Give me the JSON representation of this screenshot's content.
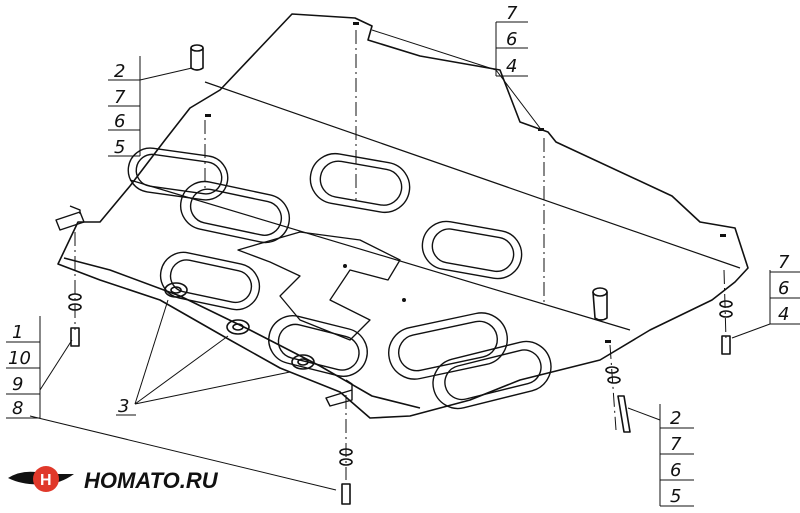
{
  "callouts": {
    "top_right": [
      "7",
      "6",
      "4"
    ],
    "top_left": [
      "2",
      "7",
      "6",
      "5"
    ],
    "right": [
      "7",
      "6",
      "4"
    ],
    "left_bottom": [
      "1",
      "10",
      "9",
      "8"
    ],
    "bottom_right": [
      "2",
      "7",
      "6",
      "5"
    ],
    "middle": "3"
  },
  "logo": {
    "text": "HOMATO.RU",
    "accent": "#e0382a"
  }
}
